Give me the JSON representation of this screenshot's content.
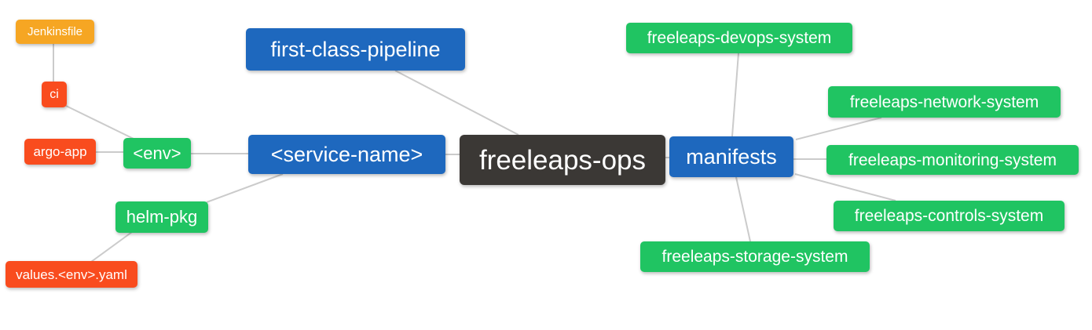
{
  "diagram_type": "mindmap",
  "root_label": "freeleaps-ops",
  "colors": {
    "node_blue": "#1e68be",
    "node_green": "#20c462",
    "node_red": "#f94c1e",
    "node_amber": "#f6a623",
    "node_dark": "#3b3835",
    "edge_gray": "#cbcbcb",
    "text": "#ffffff",
    "background": "#ffffff"
  },
  "nodes": {
    "freeleaps_ops": {
      "label": "freeleaps-ops",
      "color": "#3b3835"
    },
    "first_class_pipeline": {
      "label": "first-class-pipeline",
      "color": "#1e68be"
    },
    "service_name": {
      "label": "<service-name>",
      "color": "#1e68be"
    },
    "env": {
      "label": "<env>",
      "color": "#20c462"
    },
    "ci": {
      "label": "ci",
      "color": "#f94c1e"
    },
    "jenkinsfile": {
      "label": "Jenkinsfile",
      "color": "#f6a623"
    },
    "argo_app": {
      "label": "argo-app",
      "color": "#f94c1e"
    },
    "helm_pkg": {
      "label": "helm-pkg",
      "color": "#20c462"
    },
    "values_env_yaml": {
      "label": "values.<env>.yaml",
      "color": "#f94c1e"
    },
    "manifests": {
      "label": "manifests",
      "color": "#1e68be"
    },
    "freeleaps_devops_system": {
      "label": "freeleaps-devops-system",
      "color": "#20c462"
    },
    "freeleaps_network_system": {
      "label": "freeleaps-network-system",
      "color": "#20c462"
    },
    "freeleaps_monitoring_system": {
      "label": "freeleaps-monitoring-system",
      "color": "#20c462"
    },
    "freeleaps_controls_system": {
      "label": "freeleaps-controls-system",
      "color": "#20c462"
    },
    "freeleaps_storage_system": {
      "label": "freeleaps-storage-system",
      "color": "#20c462"
    }
  },
  "edges": [
    {
      "from": "freeleaps-ops",
      "to": "first-class-pipeline"
    },
    {
      "from": "freeleaps-ops",
      "to": "<service-name>"
    },
    {
      "from": "freeleaps-ops",
      "to": "manifests"
    },
    {
      "from": "<service-name>",
      "to": "<env>"
    },
    {
      "from": "<service-name>",
      "to": "helm-pkg"
    },
    {
      "from": "<env>",
      "to": "ci"
    },
    {
      "from": "<env>",
      "to": "argo-app"
    },
    {
      "from": "ci",
      "to": "Jenkinsfile"
    },
    {
      "from": "helm-pkg",
      "to": "values.<env>.yaml"
    },
    {
      "from": "manifests",
      "to": "freeleaps-devops-system"
    },
    {
      "from": "manifests",
      "to": "freeleaps-network-system"
    },
    {
      "from": "manifests",
      "to": "freeleaps-monitoring-system"
    },
    {
      "from": "manifests",
      "to": "freeleaps-controls-system"
    },
    {
      "from": "manifests",
      "to": "freeleaps-storage-system"
    }
  ]
}
